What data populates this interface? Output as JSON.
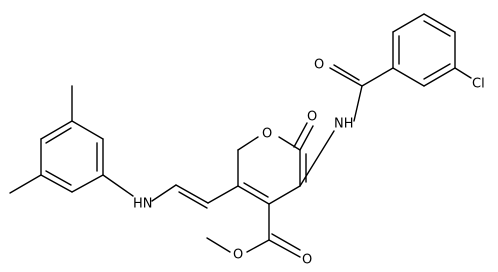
{
  "molecule": {
    "atom_labels": {
      "ester_ether_oxygen": "O",
      "ester_carbonyl_oxygen": "O",
      "ring_oxygen": "O",
      "lactone_carbonyl_oxygen": "O",
      "amide_nh": "NH",
      "amide_carbonyl_oxygen": "O",
      "chlorine": "Cl",
      "enamine_nh": "HN"
    },
    "colors": {
      "bond": "#000000",
      "label": "#000000",
      "background": "#ffffff"
    }
  }
}
